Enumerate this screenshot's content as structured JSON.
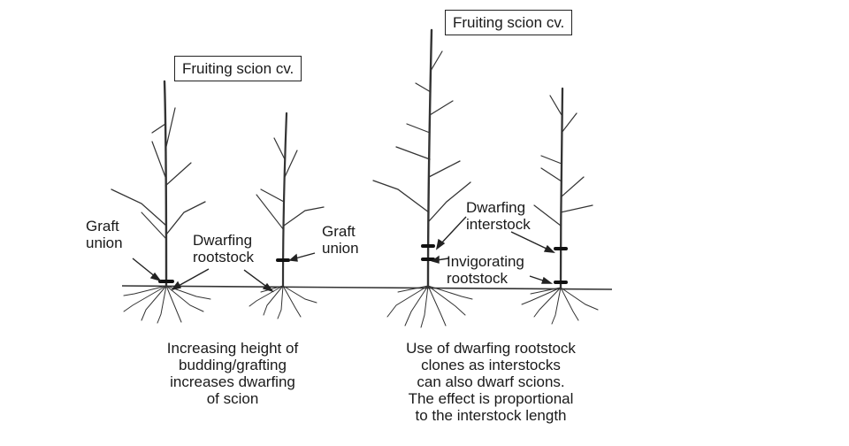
{
  "labels": {
    "scion_box_left": "Fruiting scion cv.",
    "scion_box_right": "Fruiting scion cv.",
    "graft_union_1": [
      "Graft",
      "union"
    ],
    "dwarfing_rootstock": [
      "Dwarfing",
      "rootstock"
    ],
    "graft_union_2": [
      "Graft",
      "union"
    ],
    "dwarfing_interstock": [
      "Dwarfing",
      "interstock"
    ],
    "invigorating_rootstock": [
      "Invigorating",
      "rootstock"
    ]
  },
  "captions": {
    "left": [
      "Increasing height of",
      "budding/grafting",
      "increases dwarfing",
      "of scion"
    ],
    "right": [
      "Use of dwarfing rootstock",
      "clones as interstocks",
      "can also dwarf scions.",
      "The effect is proportional",
      "to the interstock length"
    ]
  }
}
